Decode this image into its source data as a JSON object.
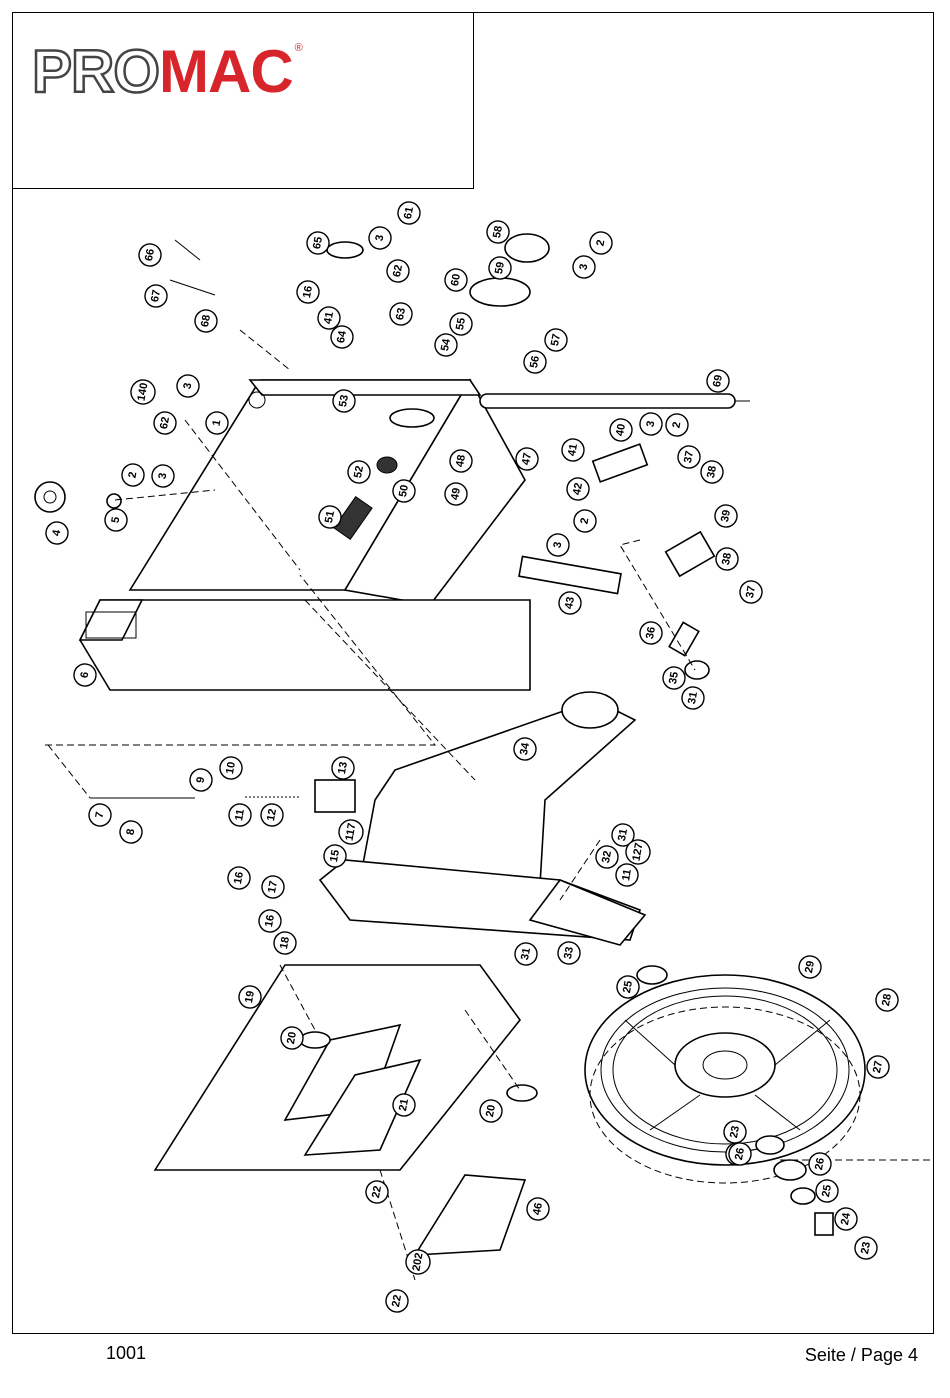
{
  "header": {
    "logo": {
      "text_pro": "PRO",
      "text_mac": "MAC",
      "registered": "®",
      "color_pro": "#ffffff",
      "color_mac": "#d8242b"
    }
  },
  "footer": {
    "doc_number": "1001",
    "page_label": "Seite / Page 4"
  },
  "callouts": [
    "1",
    "2",
    "3",
    "4",
    "5",
    "6",
    "7",
    "8",
    "9",
    "10",
    "11",
    "12",
    "13",
    "15",
    "16",
    "17",
    "18",
    "19",
    "20",
    "21",
    "22",
    "23",
    "24",
    "25",
    "26",
    "27",
    "28",
    "29",
    "31",
    "32",
    "33",
    "34",
    "35",
    "36",
    "37",
    "38",
    "39",
    "40",
    "41",
    "42",
    "43",
    "46",
    "47",
    "48",
    "49",
    "50",
    "51",
    "52",
    "53",
    "54",
    "55",
    "56",
    "57",
    "58",
    "59",
    "60",
    "61",
    "62",
    "63",
    "64",
    "65",
    "66",
    "67",
    "68",
    "69",
    "117",
    "127",
    "140",
    "202"
  ]
}
